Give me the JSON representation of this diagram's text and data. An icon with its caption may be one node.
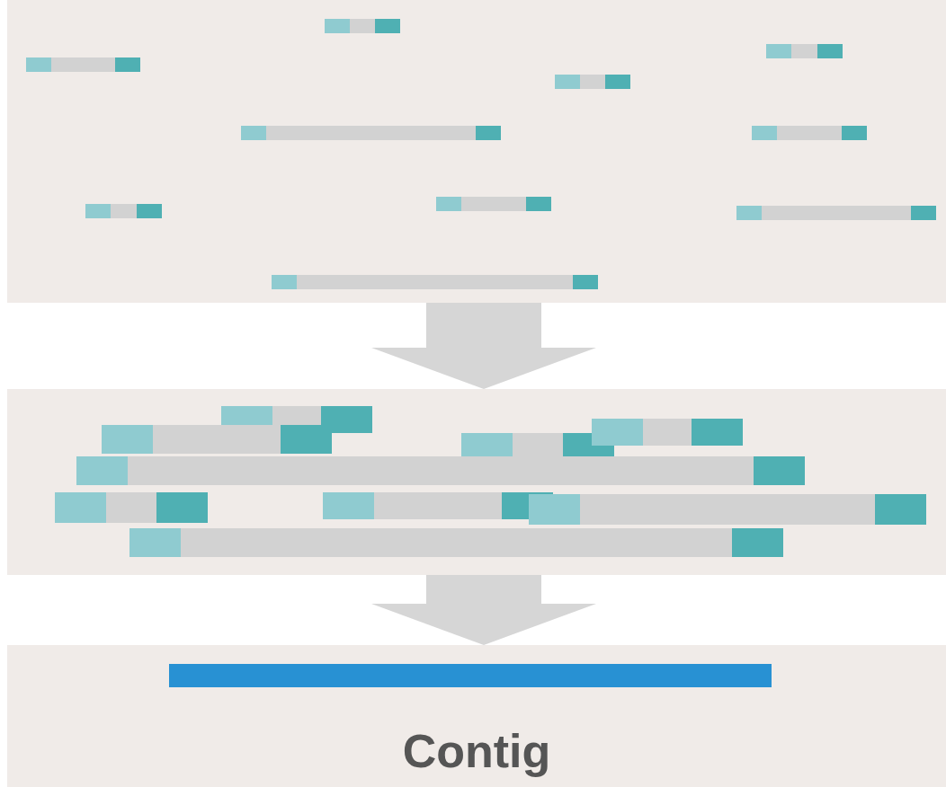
{
  "diagram": {
    "nodes": [
      {
        "text": [],
        "shape": "box"
      },
      {
        "text": [],
        "shape": "box"
      },
      {
        "text": [
          "Contig"
        ]
      },
      {
        "text": [],
        "shape": "bar",
        "in": 2
      }
    ],
    "edges": [
      {
        "from": 0,
        "to": 1,
        "arrow": "to"
      },
      {
        "from": 1,
        "to": 2,
        "arrow": "to"
      }
    ]
  }
}
